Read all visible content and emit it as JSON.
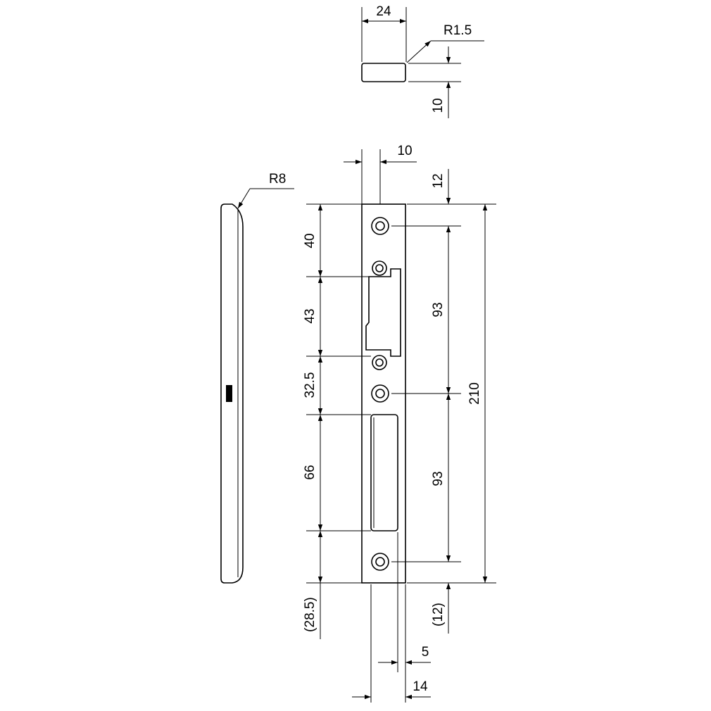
{
  "dimensions": {
    "top_width": "24",
    "radius_small": "R1.5",
    "thickness": "10",
    "edge_offset": "10",
    "top_margin": "12",
    "radius_side": "R8",
    "spacing_40": "40",
    "spacing_43": "43",
    "spacing_32_5": "32.5",
    "spacing_66": "66",
    "bottom_ref_28_5": "(28.5)",
    "hole_pitch_upper": "93",
    "hole_pitch_lower": "93",
    "overall_length": "210",
    "bottom_margin": "(12)",
    "slot_offset": "5",
    "slot_width": "14"
  },
  "colors": {
    "line": "#000000",
    "background": "#ffffff"
  }
}
